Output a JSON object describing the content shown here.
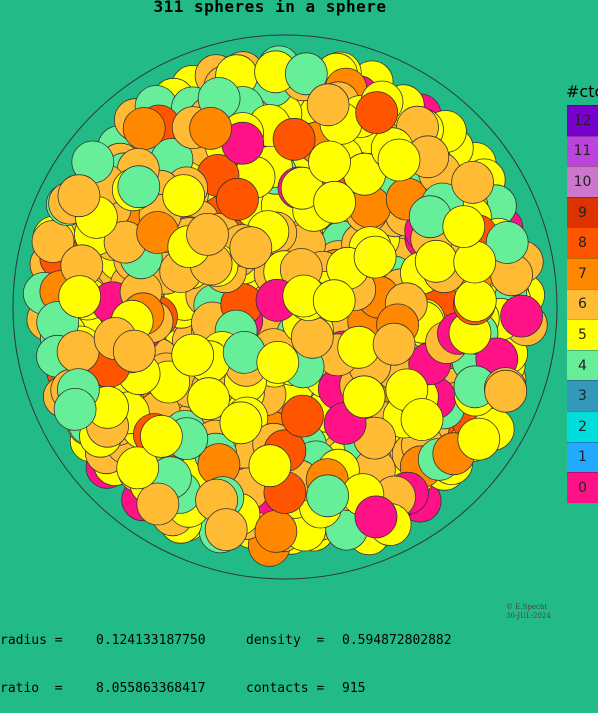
{
  "title": "311 spheres in a sphere",
  "legend": {
    "title": "#ctc",
    "items": [
      {
        "label": "12",
        "color": "#7700cc"
      },
      {
        "label": "11",
        "color": "#bb44dd"
      },
      {
        "label": "10",
        "color": "#cc77cc"
      },
      {
        "label": "9",
        "color": "#dd3300"
      },
      {
        "label": "8",
        "color": "#ff5500"
      },
      {
        "label": "7",
        "color": "#ff8800"
      },
      {
        "label": "6",
        "color": "#ffbb33"
      },
      {
        "label": "5",
        "color": "#ffff00"
      },
      {
        "label": "4",
        "color": "#66ee99"
      },
      {
        "label": "3",
        "color": "#3399bb"
      },
      {
        "label": "2",
        "color": "#00dddd"
      },
      {
        "label": "1",
        "color": "#22aaff"
      },
      {
        "label": "0",
        "color": "#ff1188"
      }
    ]
  },
  "stats": {
    "radius_label": "radius =",
    "radius_value": "0.124133187750",
    "density_label": "density  =",
    "density_value": "0.594872802882",
    "ratio_label": "ratio  =",
    "ratio_value": "8.055863368417",
    "contacts_label": "contacts =",
    "contacts_value": "915"
  },
  "credit": {
    "line1": "© E.Specht",
    "line2": "30-JUL-2024"
  },
  "sphere_colors": [
    "#ffff00",
    "#ffbb33",
    "#66ee99",
    "#ff8800",
    "#ffff00",
    "#ffbb33",
    "#ffff00",
    "#66ee99",
    "#ffbb33",
    "#ff5500",
    "#ffff00",
    "#ffbb33",
    "#ff1188",
    "#ffff00",
    "#ffbb33"
  ]
}
